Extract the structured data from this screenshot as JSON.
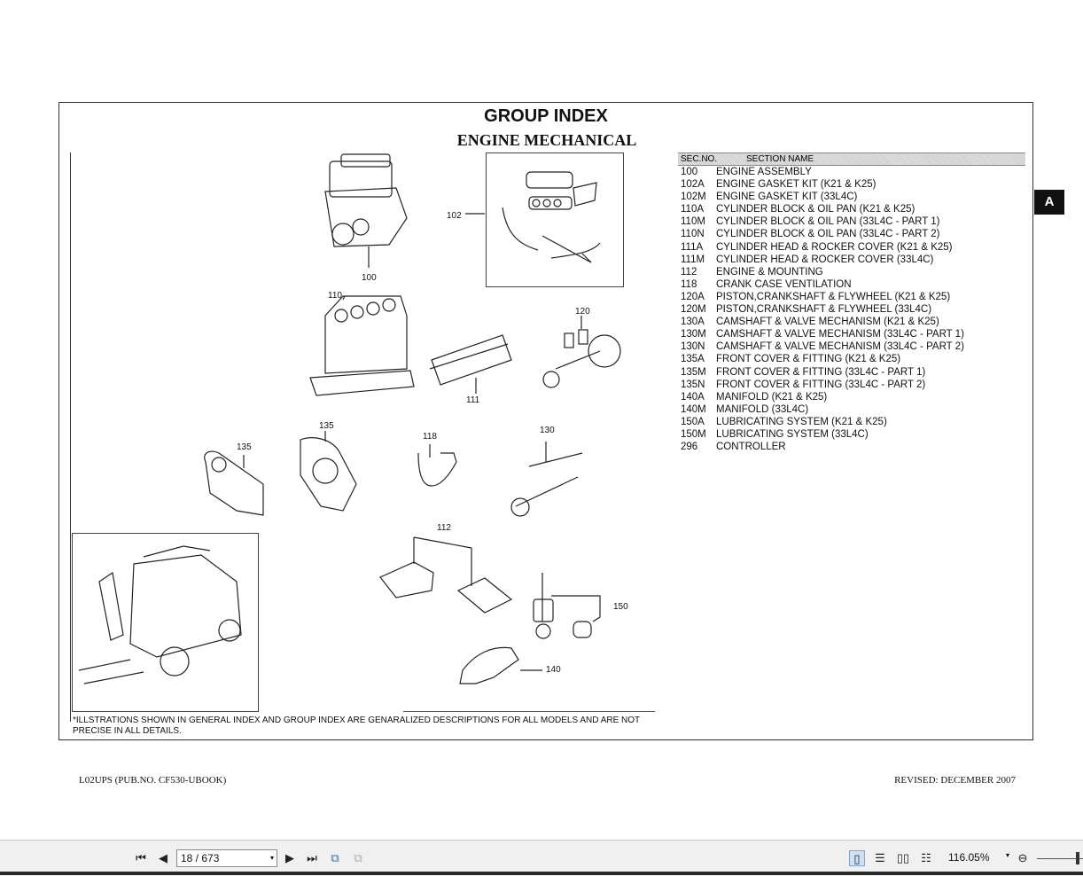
{
  "document": {
    "title": "GROUP INDEX",
    "subtitle": "ENGINE MECHANICAL",
    "tab_letter": "A",
    "table_header": {
      "sec_no": "SEC.NO.",
      "section_name": "SECTION NAME"
    },
    "sections": [
      {
        "no": "100",
        "name": "ENGINE ASSEMBLY"
      },
      {
        "no": "102A",
        "name": "ENGINE GASKET KIT (K21 & K25)"
      },
      {
        "no": "102M",
        "name": "ENGINE GASKET KIT (33L4C)"
      },
      {
        "no": "110A",
        "name": "CYLINDER BLOCK & OIL PAN (K21 & K25)"
      },
      {
        "no": "110M",
        "name": "CYLINDER BLOCK & OIL PAN (33L4C - PART 1)"
      },
      {
        "no": "110N",
        "name": "CYLINDER BLOCK & OIL PAN (33L4C - PART 2)"
      },
      {
        "no": "111A",
        "name": "CYLINDER HEAD & ROCKER COVER (K21 & K25)"
      },
      {
        "no": "111M",
        "name": "CYLINDER HEAD & ROCKER COVER (33L4C)"
      },
      {
        "no": "112",
        "name": "ENGINE & MOUNTING"
      },
      {
        "no": "118",
        "name": "CRANK CASE VENTILATION"
      },
      {
        "no": "120A",
        "name": "PISTON,CRANKSHAFT & FLYWHEEL (K21 & K25)"
      },
      {
        "no": "120M",
        "name": "PISTON,CRANKSHAFT & FLYWHEEL (33L4C)"
      },
      {
        "no": "130A",
        "name": "CAMSHAFT & VALVE MECHANISM (K21 & K25)"
      },
      {
        "no": "130M",
        "name": "CAMSHAFT & VALVE MECHANISM (33L4C - PART 1)"
      },
      {
        "no": "130N",
        "name": "CAMSHAFT & VALVE MECHANISM (33L4C - PART 2)"
      },
      {
        "no": "135A",
        "name": "FRONT COVER & FITTING (K21 & K25)"
      },
      {
        "no": "135M",
        "name": "FRONT COVER & FITTING (33L4C - PART 1)"
      },
      {
        "no": "135N",
        "name": "FRONT COVER & FITTING (33L4C - PART 2)"
      },
      {
        "no": "140A",
        "name": "MANIFOLD (K21 & K25)"
      },
      {
        "no": "140M",
        "name": "MANIFOLD (33L4C)"
      },
      {
        "no": "150A",
        "name": "LUBRICATING SYSTEM (K21 & K25)"
      },
      {
        "no": "150M",
        "name": "LUBRICATING SYSTEM (33L4C)"
      },
      {
        "no": "296",
        "name": "CONTROLLER"
      }
    ],
    "illustration_labels": {
      "l100": "100",
      "l102": "102",
      "l110": "110",
      "l111": "111",
      "l120": "120",
      "l135a": "135",
      "l135b": "135",
      "l118": "118",
      "l130": "130",
      "l112": "112",
      "l150": "150",
      "l140": "140"
    },
    "disclaimer": "*ILLSTRATIONS SHOWN IN GENERAL INDEX AND GROUP INDEX ARE GENARALIZED DESCRIPTIONS FOR ALL MODELS AND ARE NOT PRECISE IN ALL DETAILS.",
    "footer_left": "L02UPS (PUB.NO. CF530-UBOOK)",
    "footer_right": "REVISED: DECEMBER 2007"
  },
  "toolbar": {
    "page_value": "18 / 673",
    "zoom_value": "116.05%",
    "icons": [
      "first-page-icon",
      "prev-page-icon",
      "next-page-icon",
      "last-page-icon",
      "previous-view-icon",
      "next-view-icon",
      "single-page-icon",
      "continuous-icon",
      "facing-icon",
      "continuous-facing-icon",
      "zoom-out-icon"
    ]
  }
}
